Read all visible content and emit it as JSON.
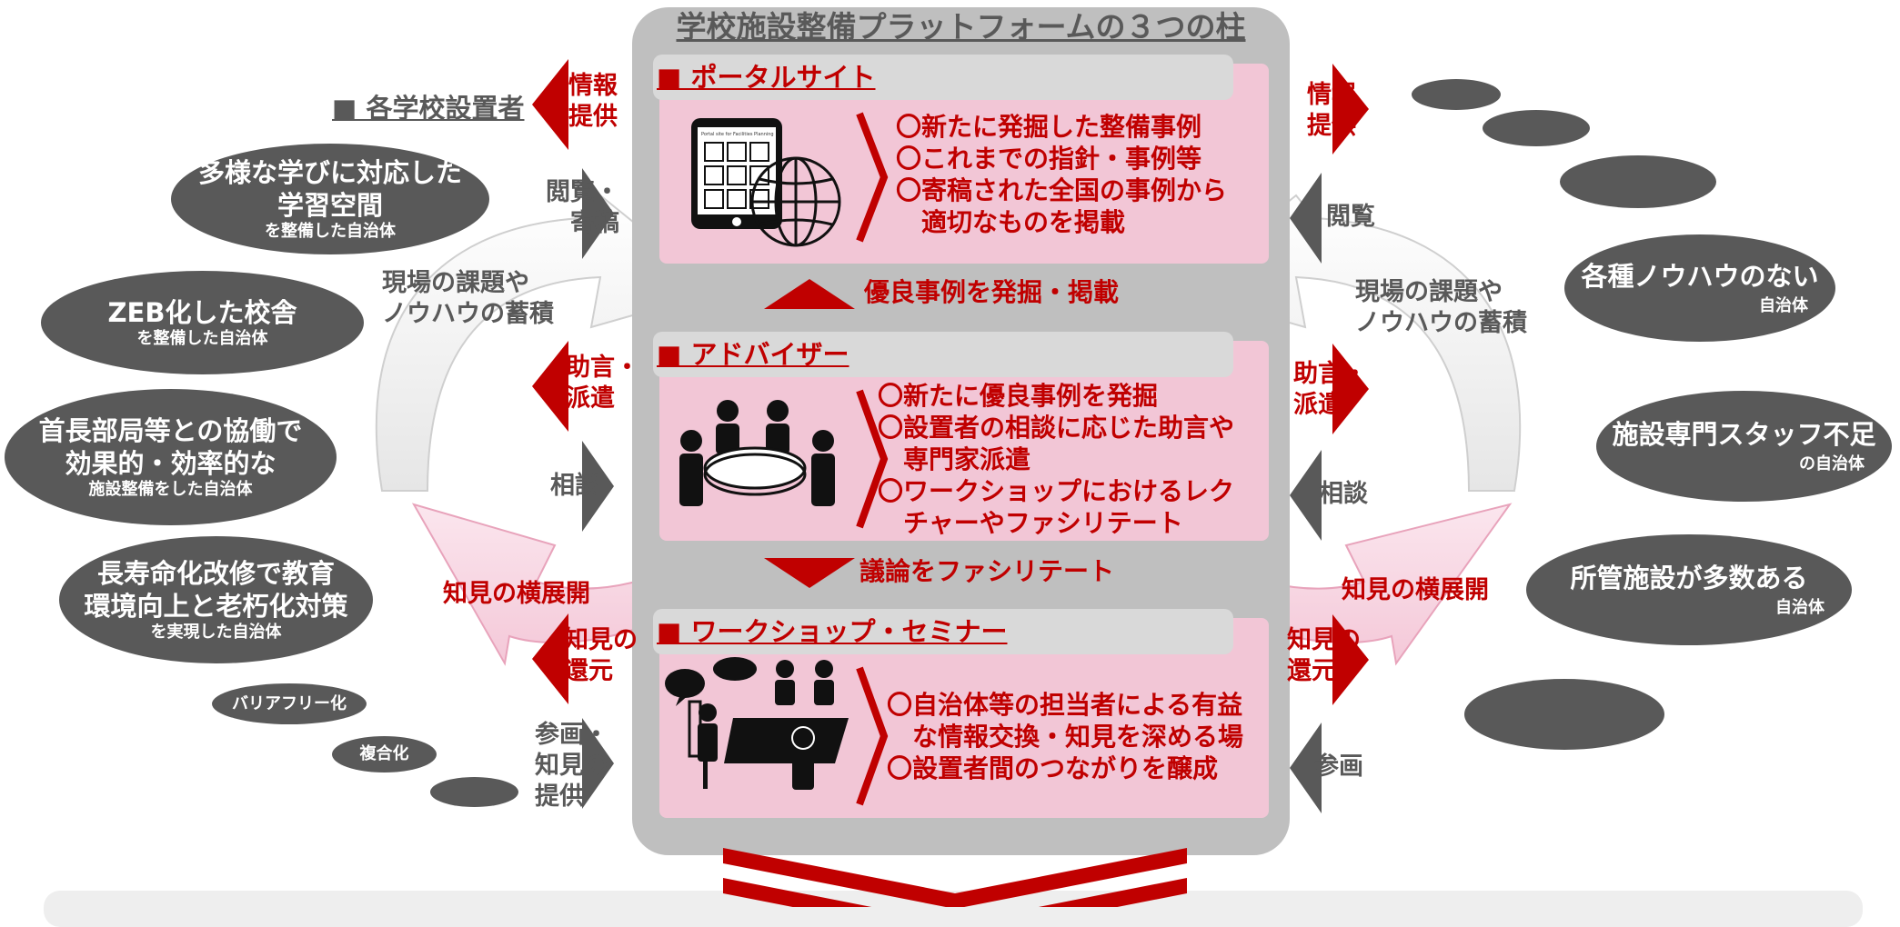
{
  "title": "学校施設整備プラットフォームの３つの柱",
  "pillars": [
    {
      "heading": "■ ポータルサイト",
      "items": [
        "〇新たに発掘した整備事例",
        "〇これまでの指針・事例等",
        "〇寄稿された全国の事例から",
        "　適切なものを掲載"
      ],
      "screen_text": "Portal site for Facilities Planning"
    },
    {
      "heading": "■ アドバイザー",
      "items": [
        "〇新たに優良事例を発掘",
        "〇設置者の相談に応じた助言や",
        "　専門家派遣",
        "〇ワークショップにおけるレク",
        "　チャーやファシリテート"
      ]
    },
    {
      "heading": "■ ワークショップ・セミナー",
      "items": [
        "〇自治体等の担当者による有益",
        "　な情報交換・知見を深める場",
        "〇設置者間のつながりを醸成"
      ]
    }
  ],
  "between": [
    "優良事例を発掘・掲載",
    "議論をファシリテート"
  ],
  "left": {
    "setter_label": "■ 各学校設置者",
    "flows": {
      "info": [
        "情報",
        "提供"
      ],
      "browse_contribute": [
        "閲覧・",
        "寄稿"
      ],
      "advice": [
        "助言・",
        "派遣"
      ],
      "consult": "相談",
      "return": [
        "知見の",
        "還元"
      ],
      "participate": [
        "参画・",
        "知見の",
        "提供"
      ]
    },
    "curve_label": [
      "現場の課題や",
      "ノウハウの蓄積"
    ],
    "spread_label": "知見の横展開",
    "ellipses": [
      {
        "lines": [
          "多様な学びに対応した",
          "学習空間"
        ],
        "sub": "を整備した自治体"
      },
      {
        "lines": [
          "ZEB化した校舎"
        ],
        "sub": "を整備した自治体"
      },
      {
        "lines": [
          "首長部局等との協働で",
          "効果的・効率的な"
        ],
        "sub": "施設整備をした自治体"
      },
      {
        "lines": [
          "長寿命化改修で教育",
          "環境向上と老朽化対策"
        ],
        "sub": "を実現した自治体"
      },
      {
        "lines": [
          "バリアフリー化"
        ]
      },
      {
        "lines": [
          "複合化"
        ]
      },
      {
        "lines": []
      }
    ]
  },
  "right": {
    "flows": {
      "info": [
        "情報",
        "提供"
      ],
      "browse": "閲覧",
      "advice": [
        "助言・",
        "派遣"
      ],
      "consult": "相談",
      "return": [
        "知見の",
        "還元"
      ],
      "participate": "参画"
    },
    "curve_label": [
      "現場の課題や",
      "ノウハウの蓄積"
    ],
    "spread_label": "知見の横展開",
    "ellipses": [
      {
        "lines": []
      },
      {
        "lines": []
      },
      {
        "lines": []
      },
      {
        "lines": [
          "各種ノウハウのない"
        ],
        "sub": "自治体"
      },
      {
        "lines": [
          "施設専門スタッフ不足"
        ],
        "sub": "の自治体"
      },
      {
        "lines": [
          "所管施設が多数ある"
        ],
        "sub": "自治体"
      },
      {
        "lines": []
      }
    ]
  },
  "colors": {
    "accent": "#c00000",
    "dark_gray": "#595959",
    "panel_gray": "#bfbfbf",
    "pink": "#f2c6d6"
  }
}
